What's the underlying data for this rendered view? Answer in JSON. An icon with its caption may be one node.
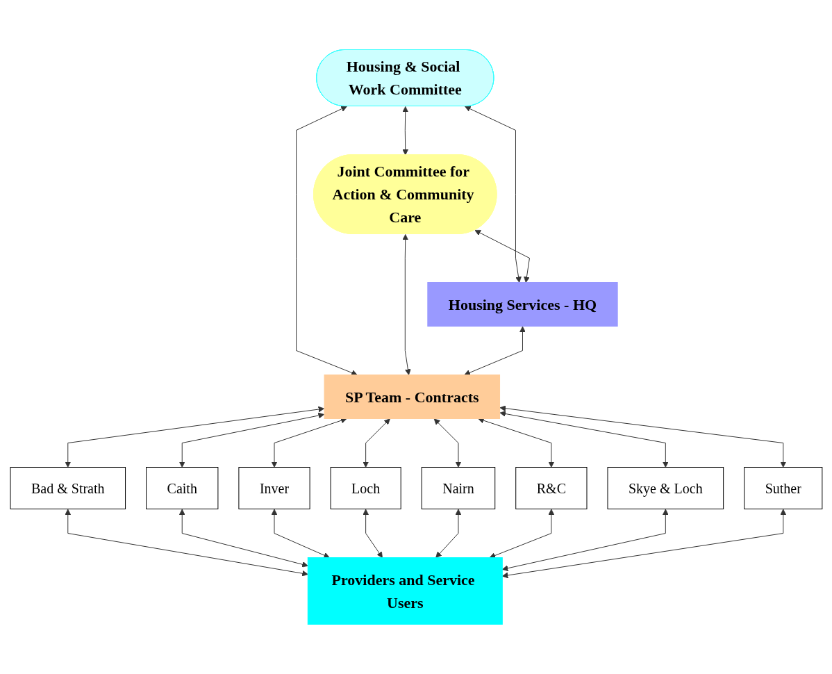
{
  "diagram": {
    "nodes": [
      {
        "text": [
          "Housing & Social Work Committee"
        ]
      },
      {
        "text": [
          "Joint Committee for Action & Community Care"
        ]
      },
      {
        "text": [
          "SP Team - Contracts"
        ]
      },
      {
        "text": [
          "Housing Services - HQ"
        ]
      },
      {
        "text": [
          "Bad & Strath"
        ]
      },
      {
        "text": [
          "Caith"
        ]
      },
      {
        "text": [
          "Inver"
        ]
      },
      {
        "text": [
          "Loch"
        ]
      },
      {
        "text": [
          "Nairn"
        ]
      },
      {
        "text": [
          "R&C"
        ]
      },
      {
        "text": [
          "Skye & Loch"
        ]
      },
      {
        "text": [
          "Suther"
        ]
      },
      {
        "text": [
          "Providers and Service Users"
        ]
      }
    ],
    "edges": [
      {
        "from": 0,
        "to": 1,
        "arrow": "both"
      },
      {
        "from": 0,
        "to": 3,
        "arrow": "both"
      },
      {
        "from": 0,
        "to": 2,
        "arrow": "both"
      },
      {
        "from": 1,
        "to": 3,
        "arrow": "both"
      },
      {
        "from": 1,
        "to": 2,
        "arrow": "both"
      },
      {
        "from": 3,
        "to": 2,
        "arrow": "both"
      },
      {
        "from": 2,
        "to": 4,
        "arrow": "both"
      },
      {
        "from": 2,
        "to": 5,
        "arrow": "both"
      },
      {
        "from": 2,
        "to": 6,
        "arrow": "both"
      },
      {
        "from": 2,
        "to": 7,
        "arrow": "both"
      },
      {
        "from": 2,
        "to": 8,
        "arrow": "both"
      },
      {
        "from": 2,
        "to": 9,
        "arrow": "both"
      },
      {
        "from": 2,
        "to": 10,
        "arrow": "both"
      },
      {
        "from": 2,
        "to": 11,
        "arrow": "both"
      },
      {
        "from": 4,
        "to": 12,
        "arrow": "both"
      },
      {
        "from": 5,
        "to": 12,
        "arrow": "both"
      },
      {
        "from": 6,
        "to": 12,
        "arrow": "both"
      },
      {
        "from": 7,
        "to": 12,
        "arrow": "both"
      },
      {
        "from": 8,
        "to": 12,
        "arrow": "both"
      },
      {
        "from": 9,
        "to": 12,
        "arrow": "both"
      },
      {
        "from": 10,
        "to": 12,
        "arrow": "both"
      },
      {
        "from": 11,
        "to": 12,
        "arrow": "both"
      }
    ]
  }
}
